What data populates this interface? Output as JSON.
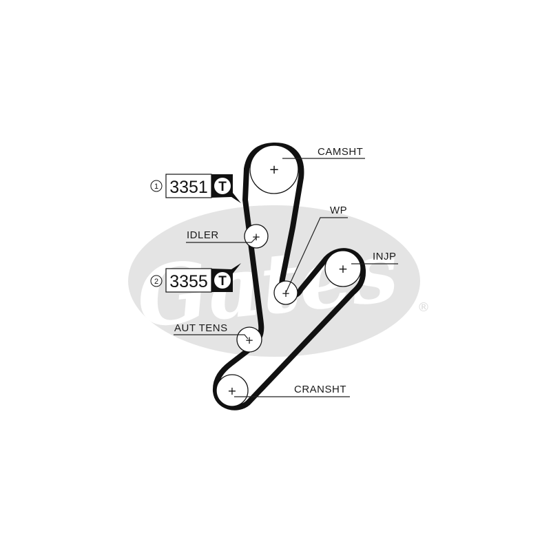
{
  "watermark": {
    "text": "Gates",
    "registered": "®"
  },
  "pulleys": {
    "camshaft": {
      "label": "CAMSHT"
    },
    "idler": {
      "label": "IDLER"
    },
    "water_pump": {
      "label": "WP"
    },
    "injection_pump": {
      "label": "INJP"
    },
    "auto_tensioner": {
      "label": "AUT TENS"
    },
    "crankshaft": {
      "label": "CRANSHT"
    }
  },
  "torque_specs": [
    {
      "index": "1",
      "value": "3351",
      "tool_letter": "T"
    },
    {
      "index": "2",
      "value": "3355",
      "tool_letter": "T"
    }
  ],
  "colors": {
    "belt": "#111111",
    "watermark": "#e4e4e4",
    "text": "#1a1a1a"
  }
}
